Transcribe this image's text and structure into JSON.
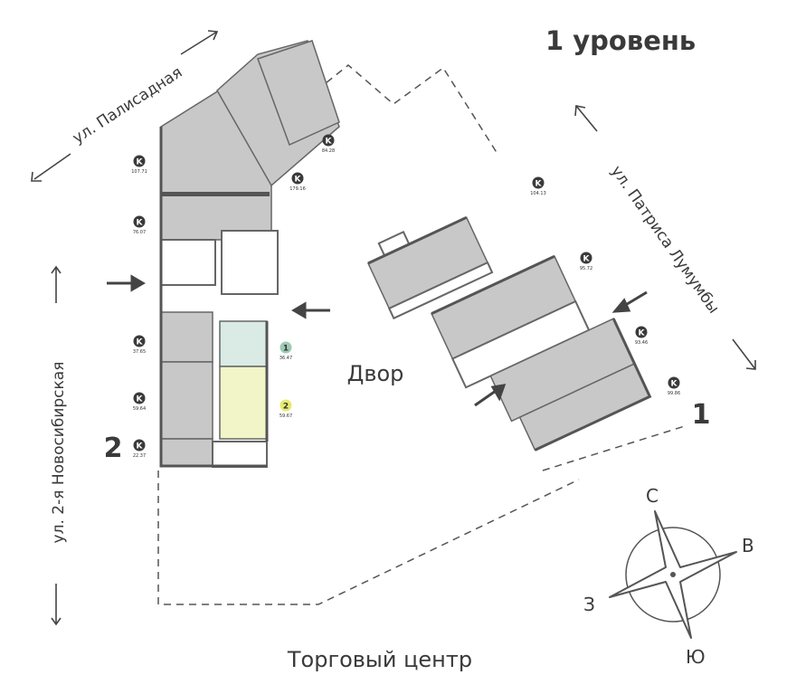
{
  "title": "1 уровень",
  "streets": {
    "palisadnaya": "ул. Палисадная",
    "lumumby": "ул. Патриса Лумумбы",
    "novosibirskaya": "ул. 2-я Новосибирская"
  },
  "courtyard": "Двор",
  "mall": "Торговый центр",
  "buildings": {
    "left": "2",
    "right": "1"
  },
  "compass": {
    "north": "С",
    "east": "В",
    "west": "З",
    "south": "Ю"
  },
  "commercial_badge": "K",
  "commercial_units": {
    "left": [
      "107.71",
      "179.16",
      "84.28",
      "76.07",
      "37.65",
      "59.64",
      "22.37"
    ],
    "right": [
      "104.13",
      "95.72",
      "93.46",
      "99.86"
    ]
  },
  "apartments": [
    {
      "rooms": "1",
      "area": "36.47",
      "color": "#9ec9b5"
    },
    {
      "rooms": "2",
      "area": "59.67",
      "color": "#e6eb6e"
    }
  ],
  "colors": {
    "commercial": "#c8c8c8",
    "apt1": "#d9ebe4",
    "apt2": "#f1f5c8"
  }
}
